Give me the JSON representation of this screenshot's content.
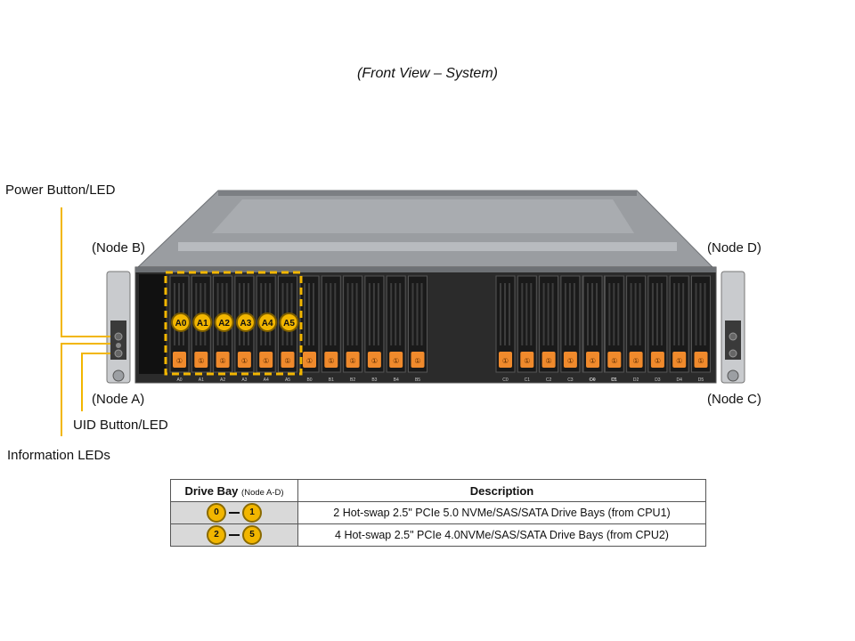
{
  "caption": "(Front View – System)",
  "labels": {
    "power": "Power Button/LED",
    "node_b": "(Node B)",
    "node_d": "(Node D)",
    "node_a": "(Node A)",
    "node_c": "(Node C)",
    "uid": "UID Button/LED",
    "info": "Information LEDs"
  },
  "bay_markers": [
    "A0",
    "A1",
    "A2",
    "A3",
    "A4",
    "A5"
  ],
  "drive_tray_glyph": "①",
  "bay_tags": {
    "a": [
      "A0",
      "A1",
      "A2",
      "A3",
      "A4",
      "A5"
    ],
    "b": [
      "B0",
      "B1",
      "B2",
      "B3",
      "B4",
      "B5"
    ],
    "c": [
      "C0",
      "C1",
      "C2",
      "C3",
      "C4",
      "C5"
    ],
    "d": [
      "D0",
      "D1",
      "D2",
      "D3",
      "D4",
      "D5"
    ]
  },
  "table": {
    "header_bay": "Drive Bay",
    "header_bay_note": "(Node A-D)",
    "header_desc": "Description",
    "rows": [
      {
        "from": "0",
        "to": "1",
        "text": "2 Hot-swap 2.5\" PCIe 5.0 NVMe/SAS/SATA Drive Bays (from CPU1)"
      },
      {
        "from": "2",
        "to": "5",
        "text": "4 Hot-swap 2.5\" PCIe 4.0NVMe/SAS/SATA Drive Bays (from CPU2)"
      }
    ]
  },
  "colors": {
    "accent_yellow": "#f2b600",
    "tray_orange": "#f08a2c",
    "chassis_grey": "#8a8d91",
    "bay_black": "#1a1a1a"
  }
}
